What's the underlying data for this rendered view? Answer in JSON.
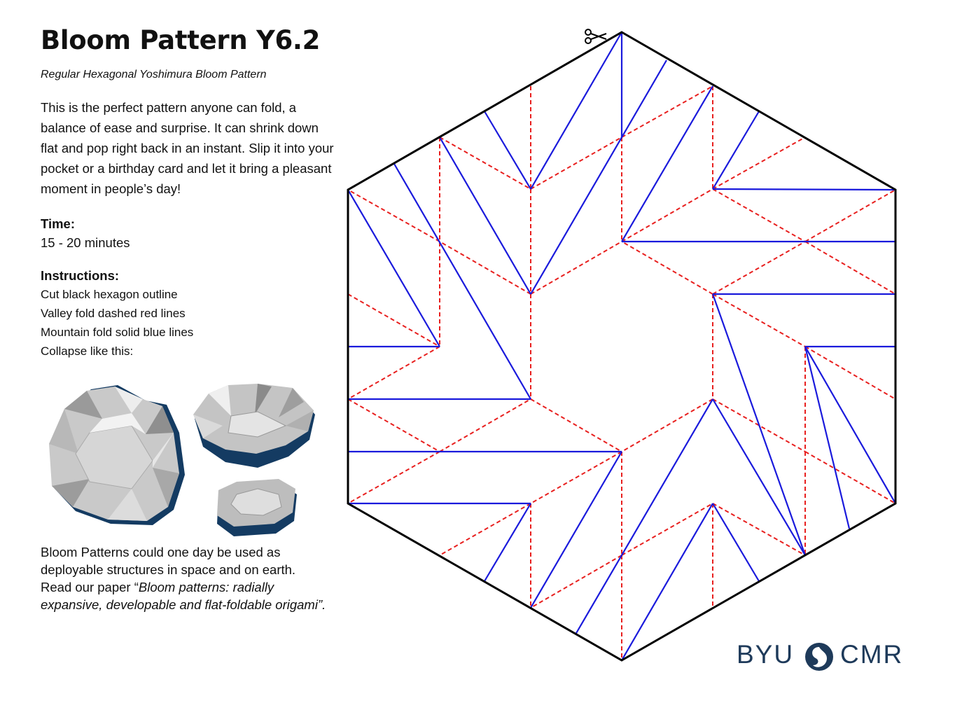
{
  "title": "Bloom Pattern Y6.2",
  "subtitle": "Regular Hexagonal Yoshimura Bloom Pattern",
  "intro": "This is the perfect pattern anyone can fold, a balance of ease and surprise. It can shrink down flat and pop right back in an instant. Slip it into your pocket or a birthday card and let it bring a pleasant moment in people’s day!",
  "time": {
    "heading": "Time:",
    "value": "15 - 20 minutes"
  },
  "instructions": {
    "heading": "Instructions:",
    "steps": [
      "Cut black hexagon outline",
      "Valley fold dashed red lines",
      "Mountain fold solid blue lines",
      "Collapse like this:"
    ]
  },
  "outro": {
    "text": "Bloom Patterns could one day be used as deployable structures in space and on earth. Read our paper “",
    "paper_title": "Bloom patterns: radially expansive, developable and flat-foldable origami",
    "end": "”."
  },
  "logo": {
    "left": "BYU",
    "right": "CMR"
  },
  "icons": {
    "scissors": "scissors-icon"
  },
  "colors": {
    "valley": "#e8201f",
    "mountain": "#1a1adc",
    "outline": "#000000",
    "logo": "#1e3a5a"
  }
}
